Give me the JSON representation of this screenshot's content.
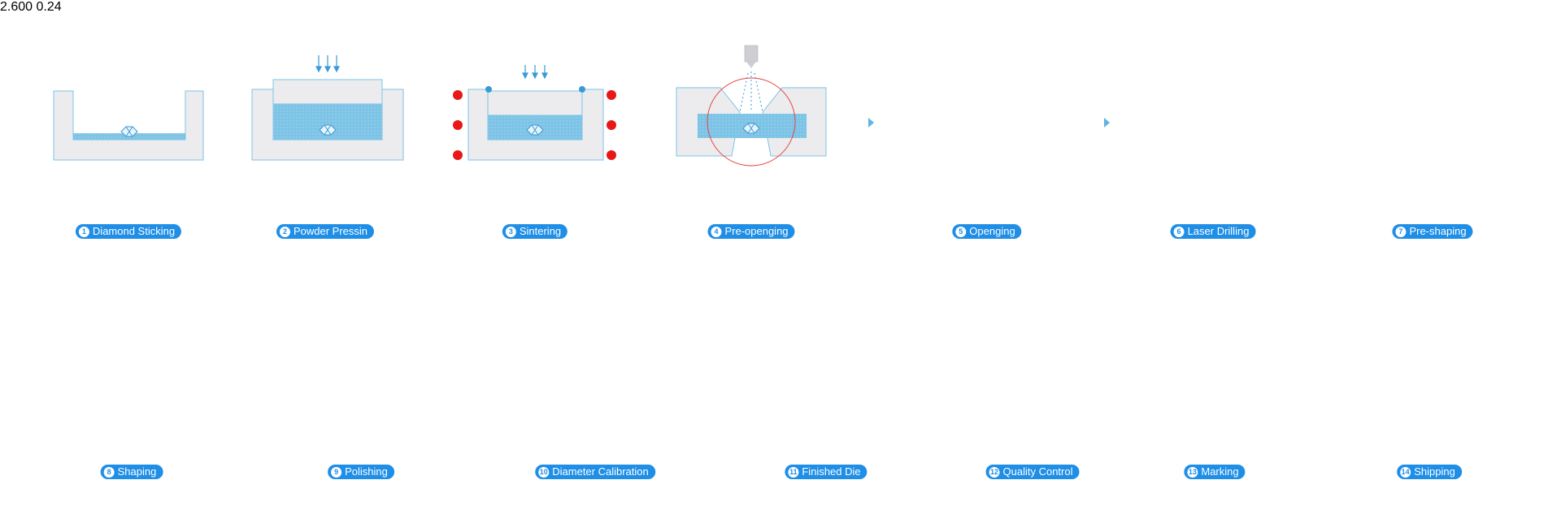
{
  "colors": {
    "accent": "#1f8ee6",
    "die_blue": "#62b4d8",
    "light_blue": "#cfe8f5",
    "grey_fill": "#ececee",
    "outline": "#7cc3e6",
    "heater_red": "#e81818"
  },
  "steps": [
    {
      "num": "1",
      "label": "Diamond Sticking"
    },
    {
      "num": "2",
      "label": "Powder Pressin"
    },
    {
      "num": "3",
      "label": "Sintering"
    },
    {
      "num": "4",
      "label": "Pre-openging"
    },
    {
      "num": "5",
      "label": "Openging"
    },
    {
      "num": "6",
      "label": "Laser Drilling"
    },
    {
      "num": "7",
      "label": "Pre-shaping"
    },
    {
      "num": "8",
      "label": "Shaping"
    },
    {
      "num": "9",
      "label": "Polishing"
    },
    {
      "num": "10",
      "label": "Diameter Calibration"
    },
    {
      "num": "11",
      "label": "Finished Die"
    },
    {
      "num": "12",
      "label": "Quality Control"
    },
    {
      "num": "13",
      "label": "Marking"
    },
    {
      "num": "14",
      "label": "Shipping"
    }
  ],
  "marking": {
    "big_disc_text": "2.600",
    "small_disc_text": "0.24"
  }
}
